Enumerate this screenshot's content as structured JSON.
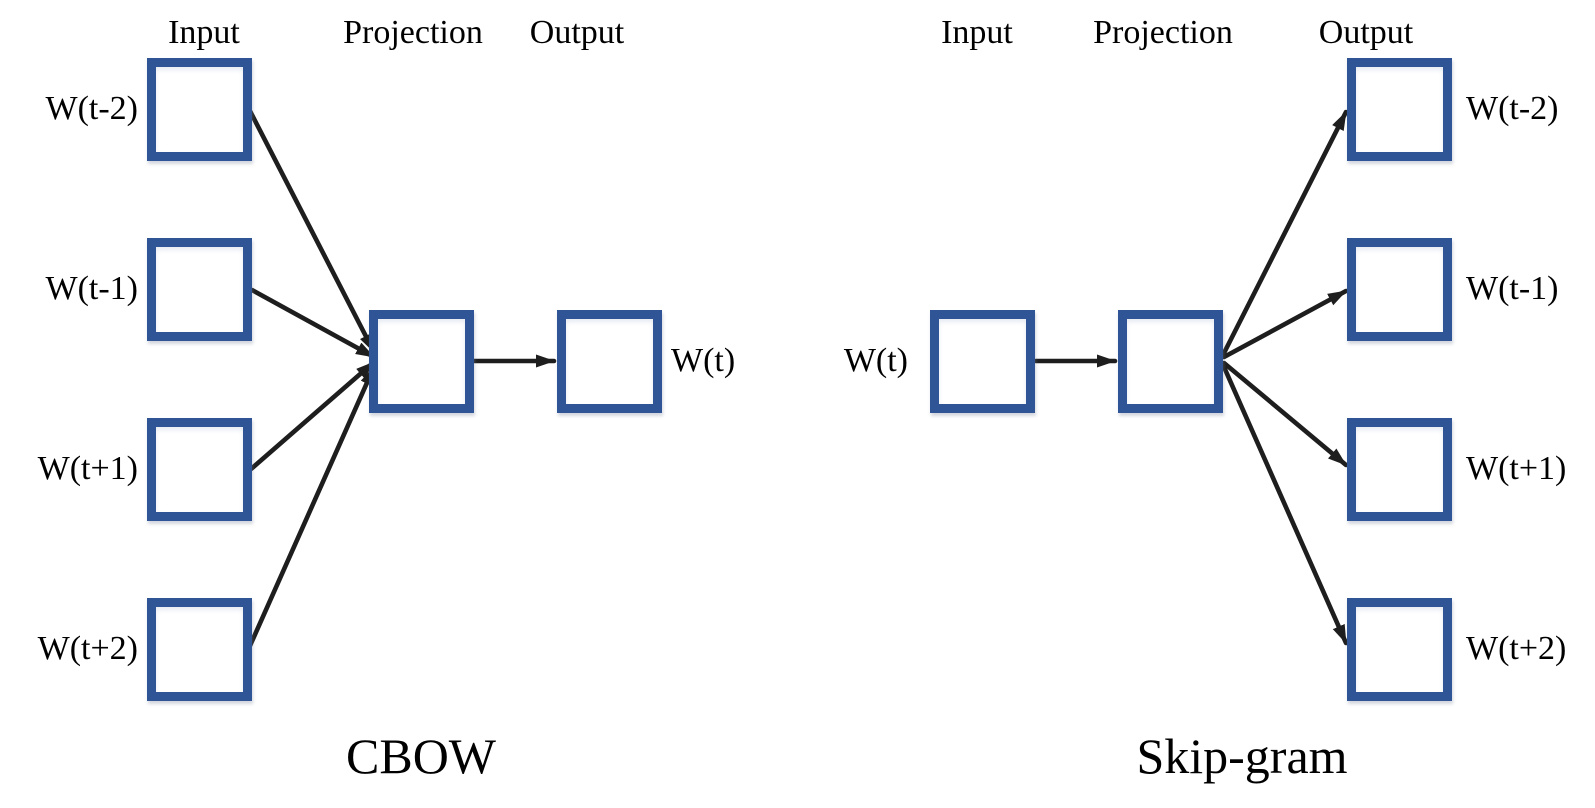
{
  "cbow": {
    "headers": [
      "Input",
      "Projection",
      "Output"
    ],
    "input_labels": [
      "W(t-2)",
      "W(t-1)",
      "W(t+1)",
      "W(t+2)"
    ],
    "output_label": "W(t)",
    "caption": "CBOW"
  },
  "skipgram": {
    "headers": [
      "Input",
      "Projection",
      "Output"
    ],
    "input_label": "W(t)",
    "output_labels": [
      "W(t-2)",
      "W(t-1)",
      "W(t+1)",
      "W(t+2)"
    ],
    "caption": "Skip-gram"
  },
  "colors": {
    "box_border": "#2F5597",
    "arrow": "#1E1E1E",
    "text": "#000000",
    "background": "#FFFFFF"
  }
}
